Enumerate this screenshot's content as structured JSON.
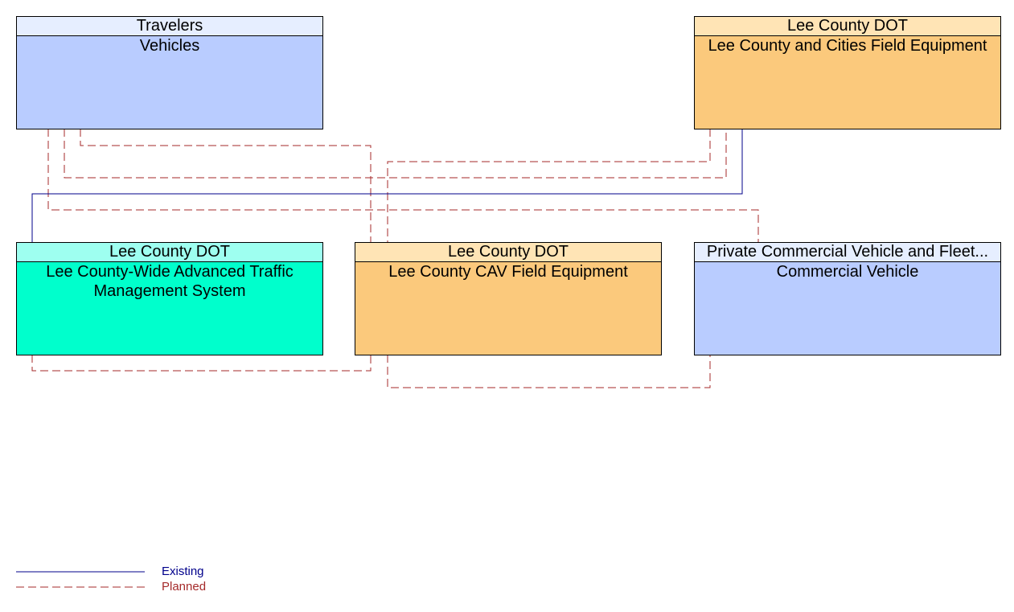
{
  "colors": {
    "existing": "#00008B",
    "planned": "#A52A2A",
    "vehicle_header": "#E6EEFF",
    "vehicle_body": "#B9CCFF",
    "field_header": "#FFE4B5",
    "field_body": "#FBC97C",
    "center_header": "#9EFFF0",
    "center_body": "#00FFCC"
  },
  "nodes": {
    "vehicles": {
      "owner": "Travelers",
      "name": "Vehicles"
    },
    "field_equipment": {
      "owner": "Lee County DOT",
      "name": "Lee County and Cities Field Equipment"
    },
    "atms": {
      "owner": "Lee County DOT",
      "name": "Lee County-Wide Advanced Traffic Management System"
    },
    "cav": {
      "owner": "Lee County DOT",
      "name": "Lee County CAV Field Equipment"
    },
    "commercial": {
      "owner": "Private Commercial Vehicle and Fleet...",
      "name": "Commercial Vehicle"
    }
  },
  "flows": [
    {
      "from": "vehicles",
      "to": "cav",
      "status": "planned"
    },
    {
      "from": "vehicles",
      "to": "field_equipment",
      "status": "planned"
    },
    {
      "from": "vehicles",
      "to": "commercial",
      "status": "planned"
    },
    {
      "from": "field_equipment",
      "to": "cav",
      "status": "planned"
    },
    {
      "from": "field_equipment",
      "to": "atms",
      "status": "existing"
    },
    {
      "from": "atms",
      "to": "cav",
      "status": "planned"
    },
    {
      "from": "cav",
      "to": "commercial",
      "status": "planned"
    }
  ],
  "legend": {
    "existing": "Existing",
    "planned": "Planned"
  }
}
